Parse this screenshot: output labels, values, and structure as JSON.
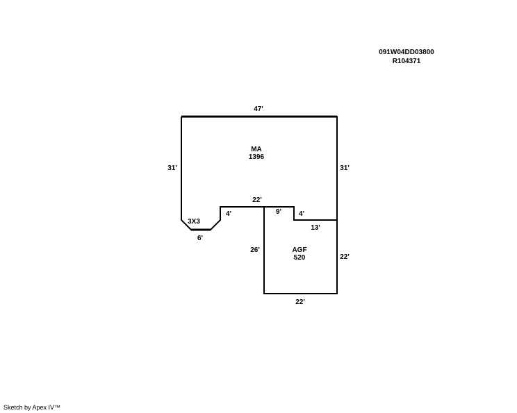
{
  "header": {
    "parcel_id": "091W04DD03800",
    "record_id": "R104371"
  },
  "areas": {
    "main": {
      "code": "MA",
      "sqft": "1396"
    },
    "garage": {
      "code": "AGF",
      "sqft": "520"
    },
    "bay": {
      "code": "3X3"
    }
  },
  "dimensions": {
    "top": "47'",
    "left": "31'",
    "right": "31'",
    "inner_top": "22'",
    "inner_left": "4'",
    "inner_9": "9'",
    "inner_right": "4'",
    "inner_13": "13'",
    "bay_bottom": "6'",
    "garage_left": "26'",
    "garage_right": "22'",
    "garage_bottom": "22'"
  },
  "footer": {
    "text": "Sketch by Apex IV™"
  }
}
